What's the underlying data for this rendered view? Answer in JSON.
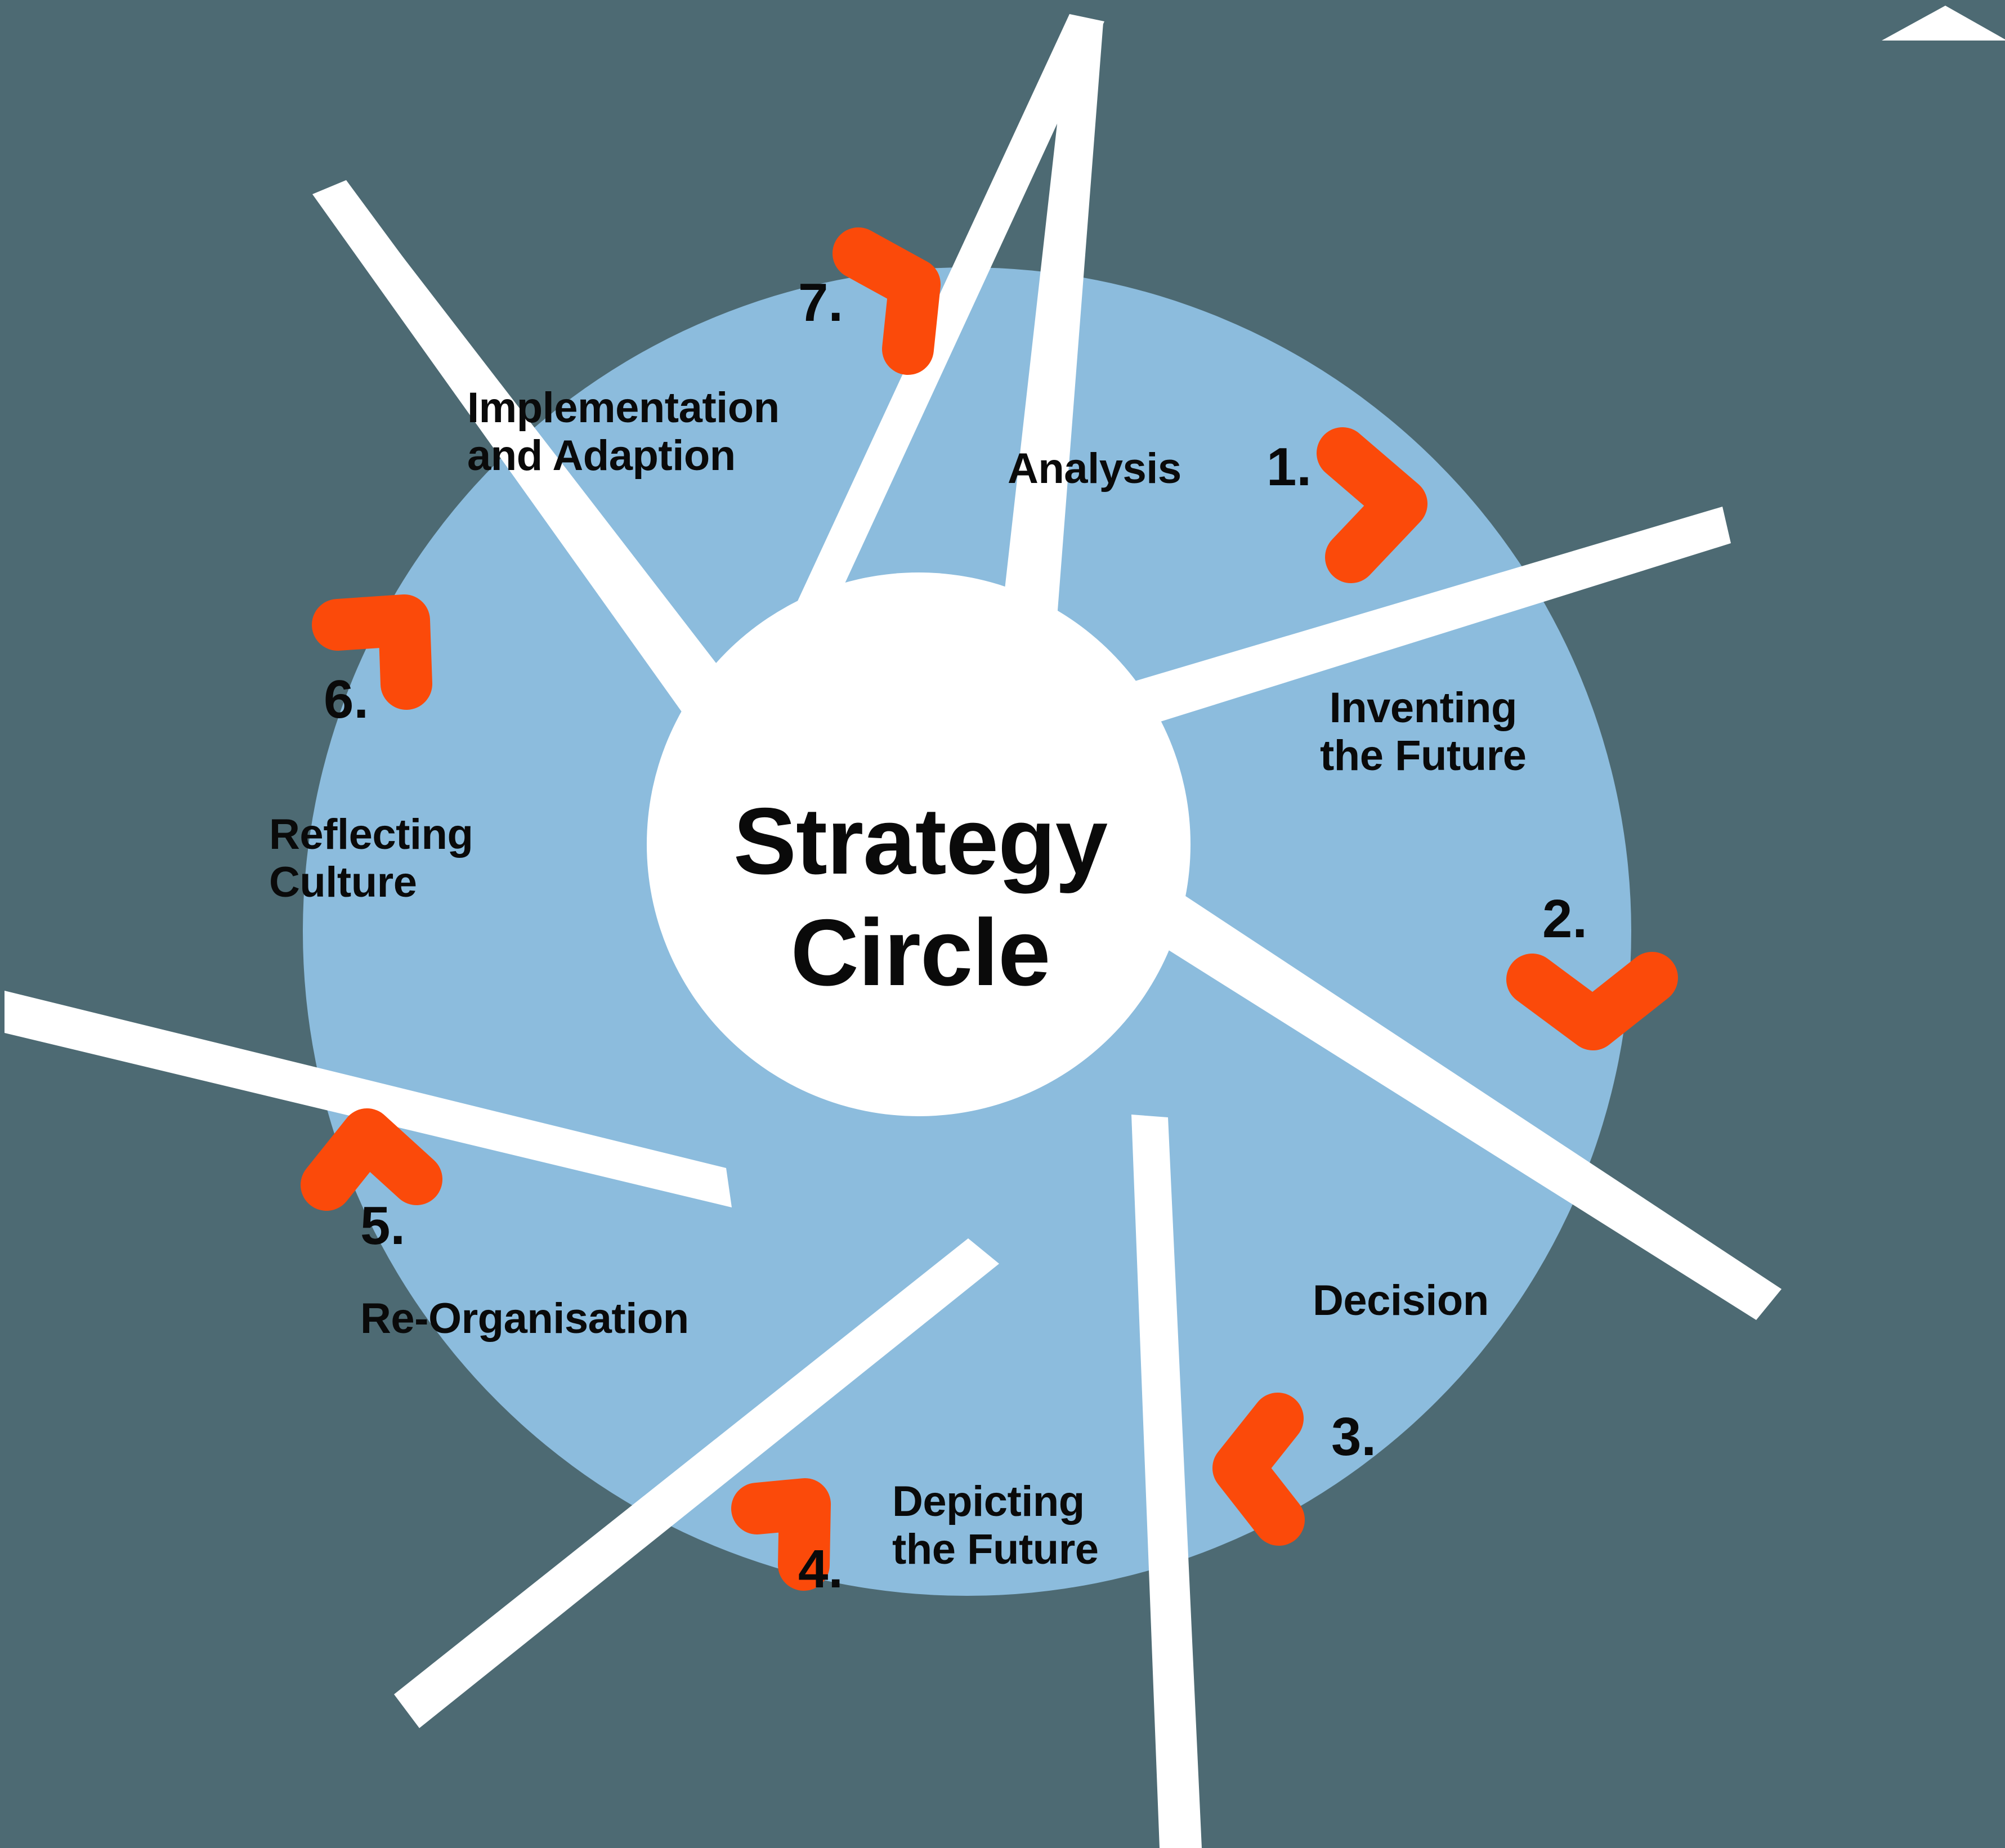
{
  "colors": {
    "background": "#4d6a73",
    "wheel": "#8cbcdd",
    "hub": "#ffffff",
    "blade": "#ffffff",
    "accent_orange": "#fb4a0a",
    "text": "#0a0a0a"
  },
  "center": {
    "title_line1": "Strategy",
    "title_line2": "Circle"
  },
  "steps": [
    {
      "number": "1.",
      "label": "Analysis",
      "chevron": "chevron-right-icon"
    },
    {
      "number": "2.",
      "label": "Inventing\nthe Future",
      "chevron": "chevron-down-icon"
    },
    {
      "number": "3.",
      "label": "Decision",
      "chevron": "chevron-left-icon"
    },
    {
      "number": "4.",
      "label": "Depicting\nthe Future",
      "chevron": "chevron-up-left-icon"
    },
    {
      "number": "5.",
      "label": "Re-Organisation",
      "chevron": "chevron-up-icon"
    },
    {
      "number": "6.",
      "label": "Reflecting\nCulture",
      "chevron": "chevron-down-right-icon"
    },
    {
      "number": "7.",
      "label": "Implementation\nand Adaption",
      "chevron": "chevron-down-left-icon"
    }
  ]
}
